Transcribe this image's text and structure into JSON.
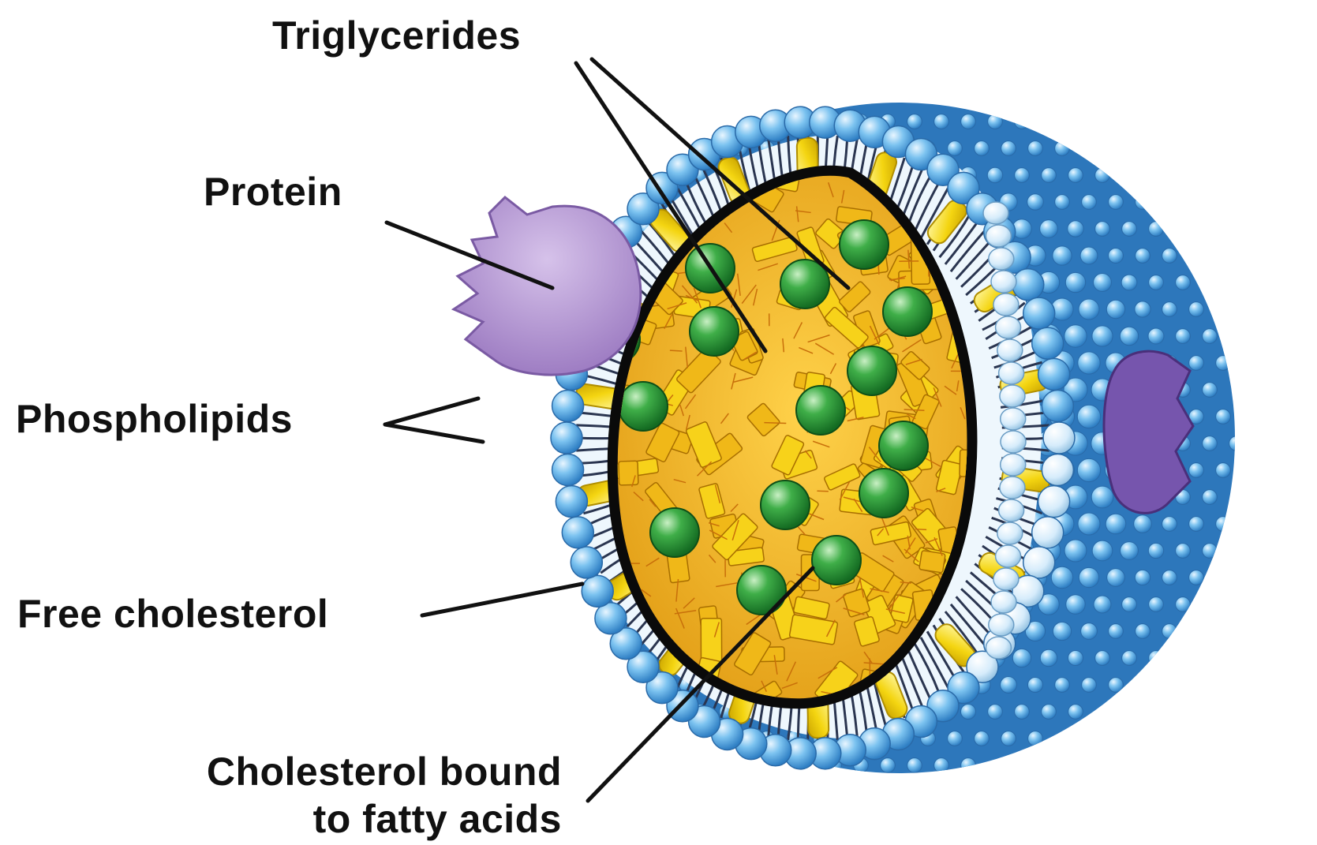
{
  "diagram": {
    "labels": {
      "triglycerides": "Triglycerides",
      "protein": "Protein",
      "phospholipids": "Phospholipids",
      "free_cholesterol": "Free cholesterol",
      "cholesterol_bound_line1": "Cholesterol bound",
      "cholesterol_bound_line2": "to fatty acids"
    },
    "colors": {
      "phospholipid_head": "#5aaee6",
      "phospholipid_head_light": "#cfeaff",
      "tail": "#2a3550",
      "cholesterol": "#f5d516",
      "core_fill": "#f4b51e",
      "triglyceride": "#2e9a3c",
      "protein": "#a987c9",
      "protein_back": "#7655ad",
      "outline": "#0a0a0a"
    }
  }
}
